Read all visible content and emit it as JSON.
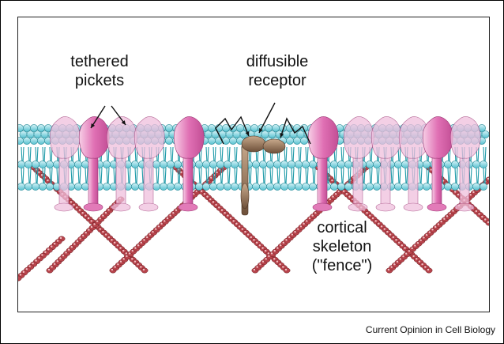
{
  "labels": {
    "tethered_pickets": [
      "tethered",
      "pickets"
    ],
    "diffusible_receptor": [
      "diffusible",
      "receptor"
    ],
    "cortical_skeleton": [
      "cortical",
      "skeleton",
      "(\"fence\")"
    ]
  },
  "credit": "Current Opinion in Cell Biology",
  "colors": {
    "lipid_head": "#7fd3df",
    "lipid_tail": "#1e9aa8",
    "picket": "#e27ab8",
    "picket_light": "#f0bfdd",
    "receptor": "#8c6a4e",
    "actin": "#b8444c"
  }
}
